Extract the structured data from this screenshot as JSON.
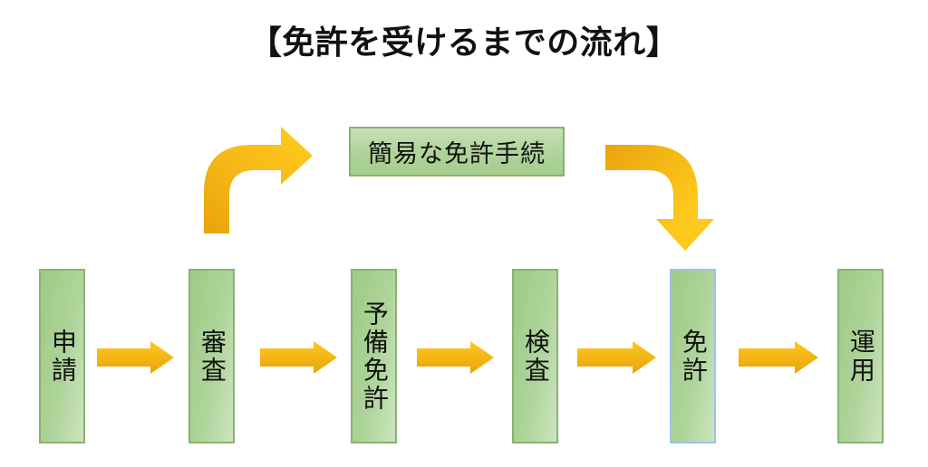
{
  "title": "【免許を受けるまでの流れ】",
  "shortcut": {
    "label": "簡易な免許手続"
  },
  "steps": [
    {
      "label": "申請"
    },
    {
      "label": "審査"
    },
    {
      "label": "予備免許"
    },
    {
      "label": "検査"
    },
    {
      "label": "免許",
      "highlighted": true
    },
    {
      "label": "運用"
    }
  ],
  "colors": {
    "box_fill_start": "#9fca86",
    "box_fill_mid": "#aed49a",
    "box_fill_end": "#cde4c0",
    "box_border": "#8ab26f",
    "highlight_border": "#9dc3e6",
    "arrow_light": "#ffc81c",
    "arrow_dark": "#e9a40e",
    "text_color": "#111111",
    "bg_color": "#ffffff"
  }
}
